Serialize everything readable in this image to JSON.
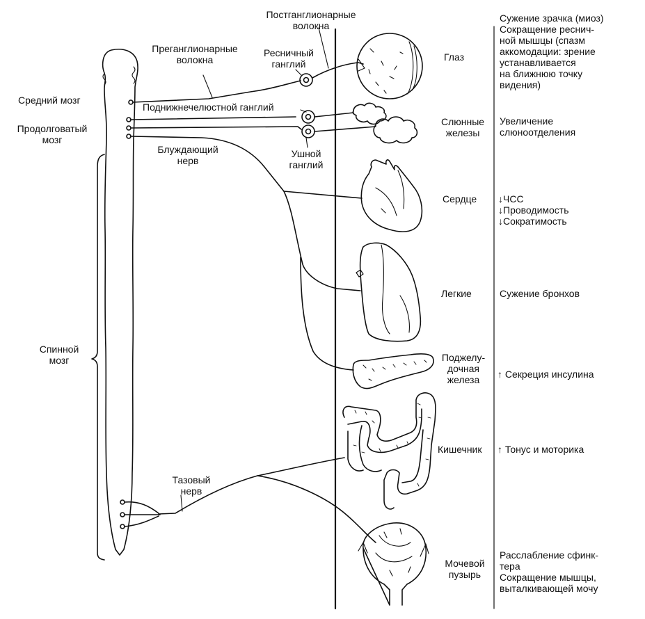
{
  "labels": {
    "postganglionic": "Постганглионарные\nволокна",
    "preganglionic": "Преганглионарные\nволокна",
    "ciliary_ganglion": "Ресничный\nганглий",
    "submandibular_ganglion": "Поднижнечелюстной ганглий",
    "otic_ganglion": "Ушной\nганглий",
    "vagus_nerve": "Блуждающий\nнерв",
    "pelvic_nerve": "Тазовый\nнерв"
  },
  "brain": {
    "midbrain": "Средний мозг",
    "medulla": "Продолговатый\nмозг",
    "spinal_cord": "Спинной\nмозг"
  },
  "organs": {
    "eye": "Глаз",
    "salivary": "Слюнные\nжелезы",
    "heart": "Сердце",
    "lungs": "Легкие",
    "pancreas": "Поджелу-\nдочная\nжелеза",
    "intestine": "Кишечник",
    "bladder": "Мочевой\nпузырь"
  },
  "effects": {
    "eye": "Сужение зрачка (миоз)\nСокращение реснич-\nной мышцы (спазм\nаккомодации: зрение\nустанавливается\nна ближнюю точку\nвидения)",
    "salivary": "Увеличение\nслюноотделения",
    "heart": [
      {
        "arrow": "↓",
        "text": "ЧСС"
      },
      {
        "arrow": "↓",
        "text": "Проводимость"
      },
      {
        "arrow": "↓",
        "text": "Сократимость"
      }
    ],
    "lungs": "Сужение бронхов",
    "pancreas": {
      "arrow": "↑",
      "text": "Секреция инсулина"
    },
    "intestine": {
      "arrow": "↑",
      "text": "Тонус и моторика"
    },
    "bladder": "Расслабление сфинк-\nтера\nСокращение мышцы,\nвыталкивающей мочу"
  }
}
